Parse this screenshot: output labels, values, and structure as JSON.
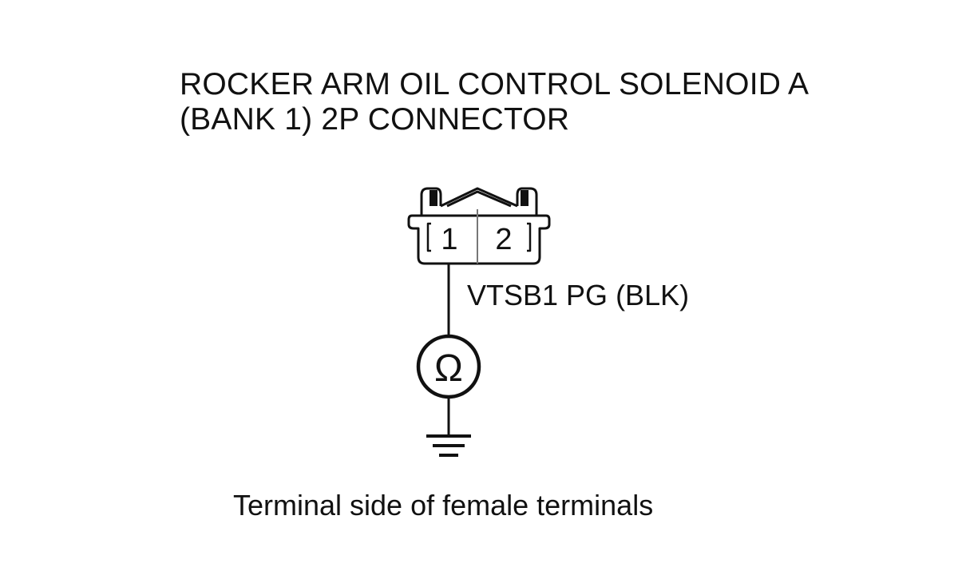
{
  "title": {
    "line1": "ROCKER ARM OIL CONTROL SOLENOID A",
    "line2": "(BANK 1) 2P CONNECTOR"
  },
  "connector": {
    "pin1": "1",
    "pin2": "2"
  },
  "wire_label": "VTSB1 PG (BLK)",
  "meter_symbol": "Ω",
  "caption": "Terminal side of female terminals",
  "icons": {
    "connector": "connector-2p-icon",
    "meter": "ohmmeter-icon",
    "ground": "ground-icon"
  }
}
